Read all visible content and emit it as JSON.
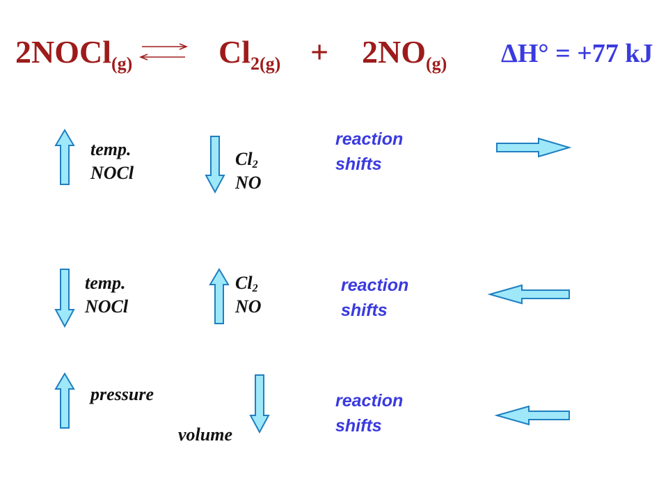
{
  "equation": {
    "reactant": "2NOCl",
    "reactant_state": "(g)",
    "product1": "Cl",
    "product1_sub": "2(g)",
    "plus": "+",
    "product2": "2NO",
    "product2_state": "(g)",
    "enthalpy": "ΔH° = +77 kJ",
    "equilibrium_arrow_color": "#9e1b1b"
  },
  "rows": [
    {
      "change1": {
        "line1": "temp.",
        "line2": "NOCl",
        "arrow": "up"
      },
      "change2": {
        "line1": "Cl",
        "line1_sub": "2",
        "line2": "NO",
        "arrow": "down"
      },
      "result": {
        "line1": "reaction",
        "line2": "shifts",
        "arrow": "right"
      }
    },
    {
      "change1": {
        "line1": "temp.",
        "line2": "NOCl",
        "arrow": "down"
      },
      "change2": {
        "line1": "Cl",
        "line1_sub": "2",
        "line2": "NO",
        "arrow": "up"
      },
      "result": {
        "line1": "reaction",
        "line2": "shifts",
        "arrow": "left"
      }
    },
    {
      "change1": {
        "line1": "pressure",
        "arrow": "up"
      },
      "change2": {
        "line1": "volume",
        "arrow": "down"
      },
      "result": {
        "line1": "reaction",
        "line2": "shifts",
        "arrow": "left"
      }
    }
  ],
  "colors": {
    "equation": "#9e1b1b",
    "enthalpy": "#3a3ae0",
    "reaction_shifts": "#3a3ae0",
    "arrow_fill": "#9ee8fa",
    "arrow_stroke": "#1f7fc0"
  }
}
